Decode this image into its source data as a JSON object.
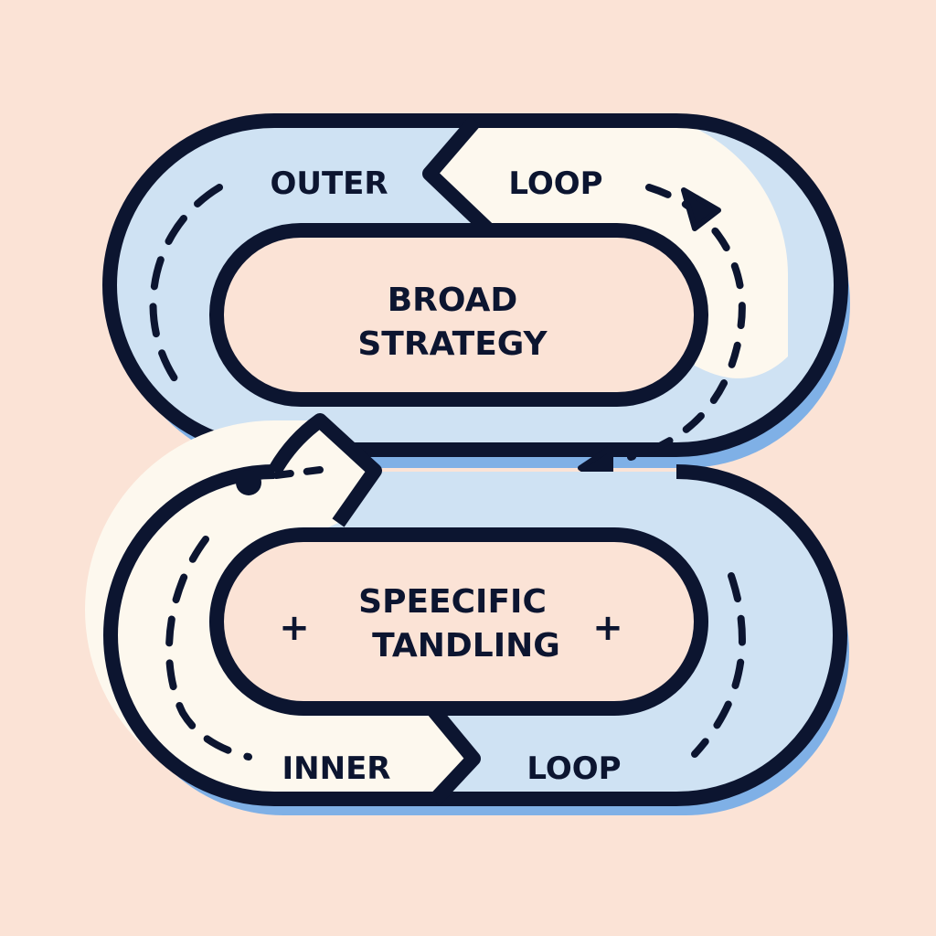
{
  "outer_loop": {
    "label_left": "OUTER",
    "label_right": "LOOP",
    "center_line1": "BROAD",
    "center_line2": "STRATEGY"
  },
  "inner_loop": {
    "label_left": "INNER",
    "label_right": "LOOP",
    "center_line1": "SPEECIFIC",
    "center_line2": "TANDLING",
    "plus_left": "+",
    "plus_right": "+"
  },
  "colors": {
    "background": "#fbe3d6",
    "band_blue": "#cfe2f3",
    "band_cream": "#fdf8ee",
    "shadow_blue": "#7fb0e6",
    "outline": "#0c1530"
  }
}
